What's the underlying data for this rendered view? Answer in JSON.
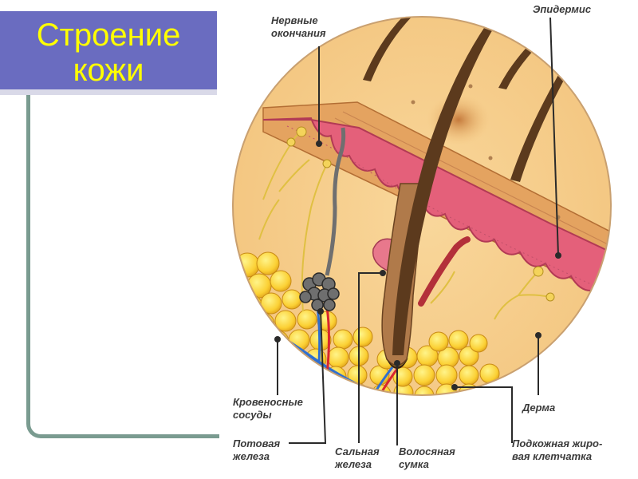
{
  "slide": {
    "title": "Строение\nкожи"
  },
  "diagram": {
    "labels": {
      "nerve_endings": [
        "Нервные",
        "окончания"
      ],
      "epidermis": [
        "Эпидермис"
      ],
      "blood_vessels": [
        "Кровеносные",
        "сосуды"
      ],
      "sweat_gland": [
        "Потовая",
        "железа"
      ],
      "sebaceous_gland": [
        "Сальная",
        "железа"
      ],
      "hair_follicle": [
        "Волосяная",
        "сумка"
      ],
      "subcutaneous_fat": [
        "Подкожная жиро-",
        "вая клетчатка"
      ],
      "dermis": [
        "Дерма"
      ]
    },
    "colors": {
      "background": "#f6cf8d",
      "epidermis": "#e4a360",
      "papillary_layer": "#e4607a",
      "fat_lobules": "#fbd034",
      "hair": "#5c3a1d",
      "artery": "#d8262f",
      "vein": "#2f6fd0",
      "nerve": "#e0c042",
      "title_bg": "#6a6cc0",
      "title_text": "#ffff00"
    }
  }
}
